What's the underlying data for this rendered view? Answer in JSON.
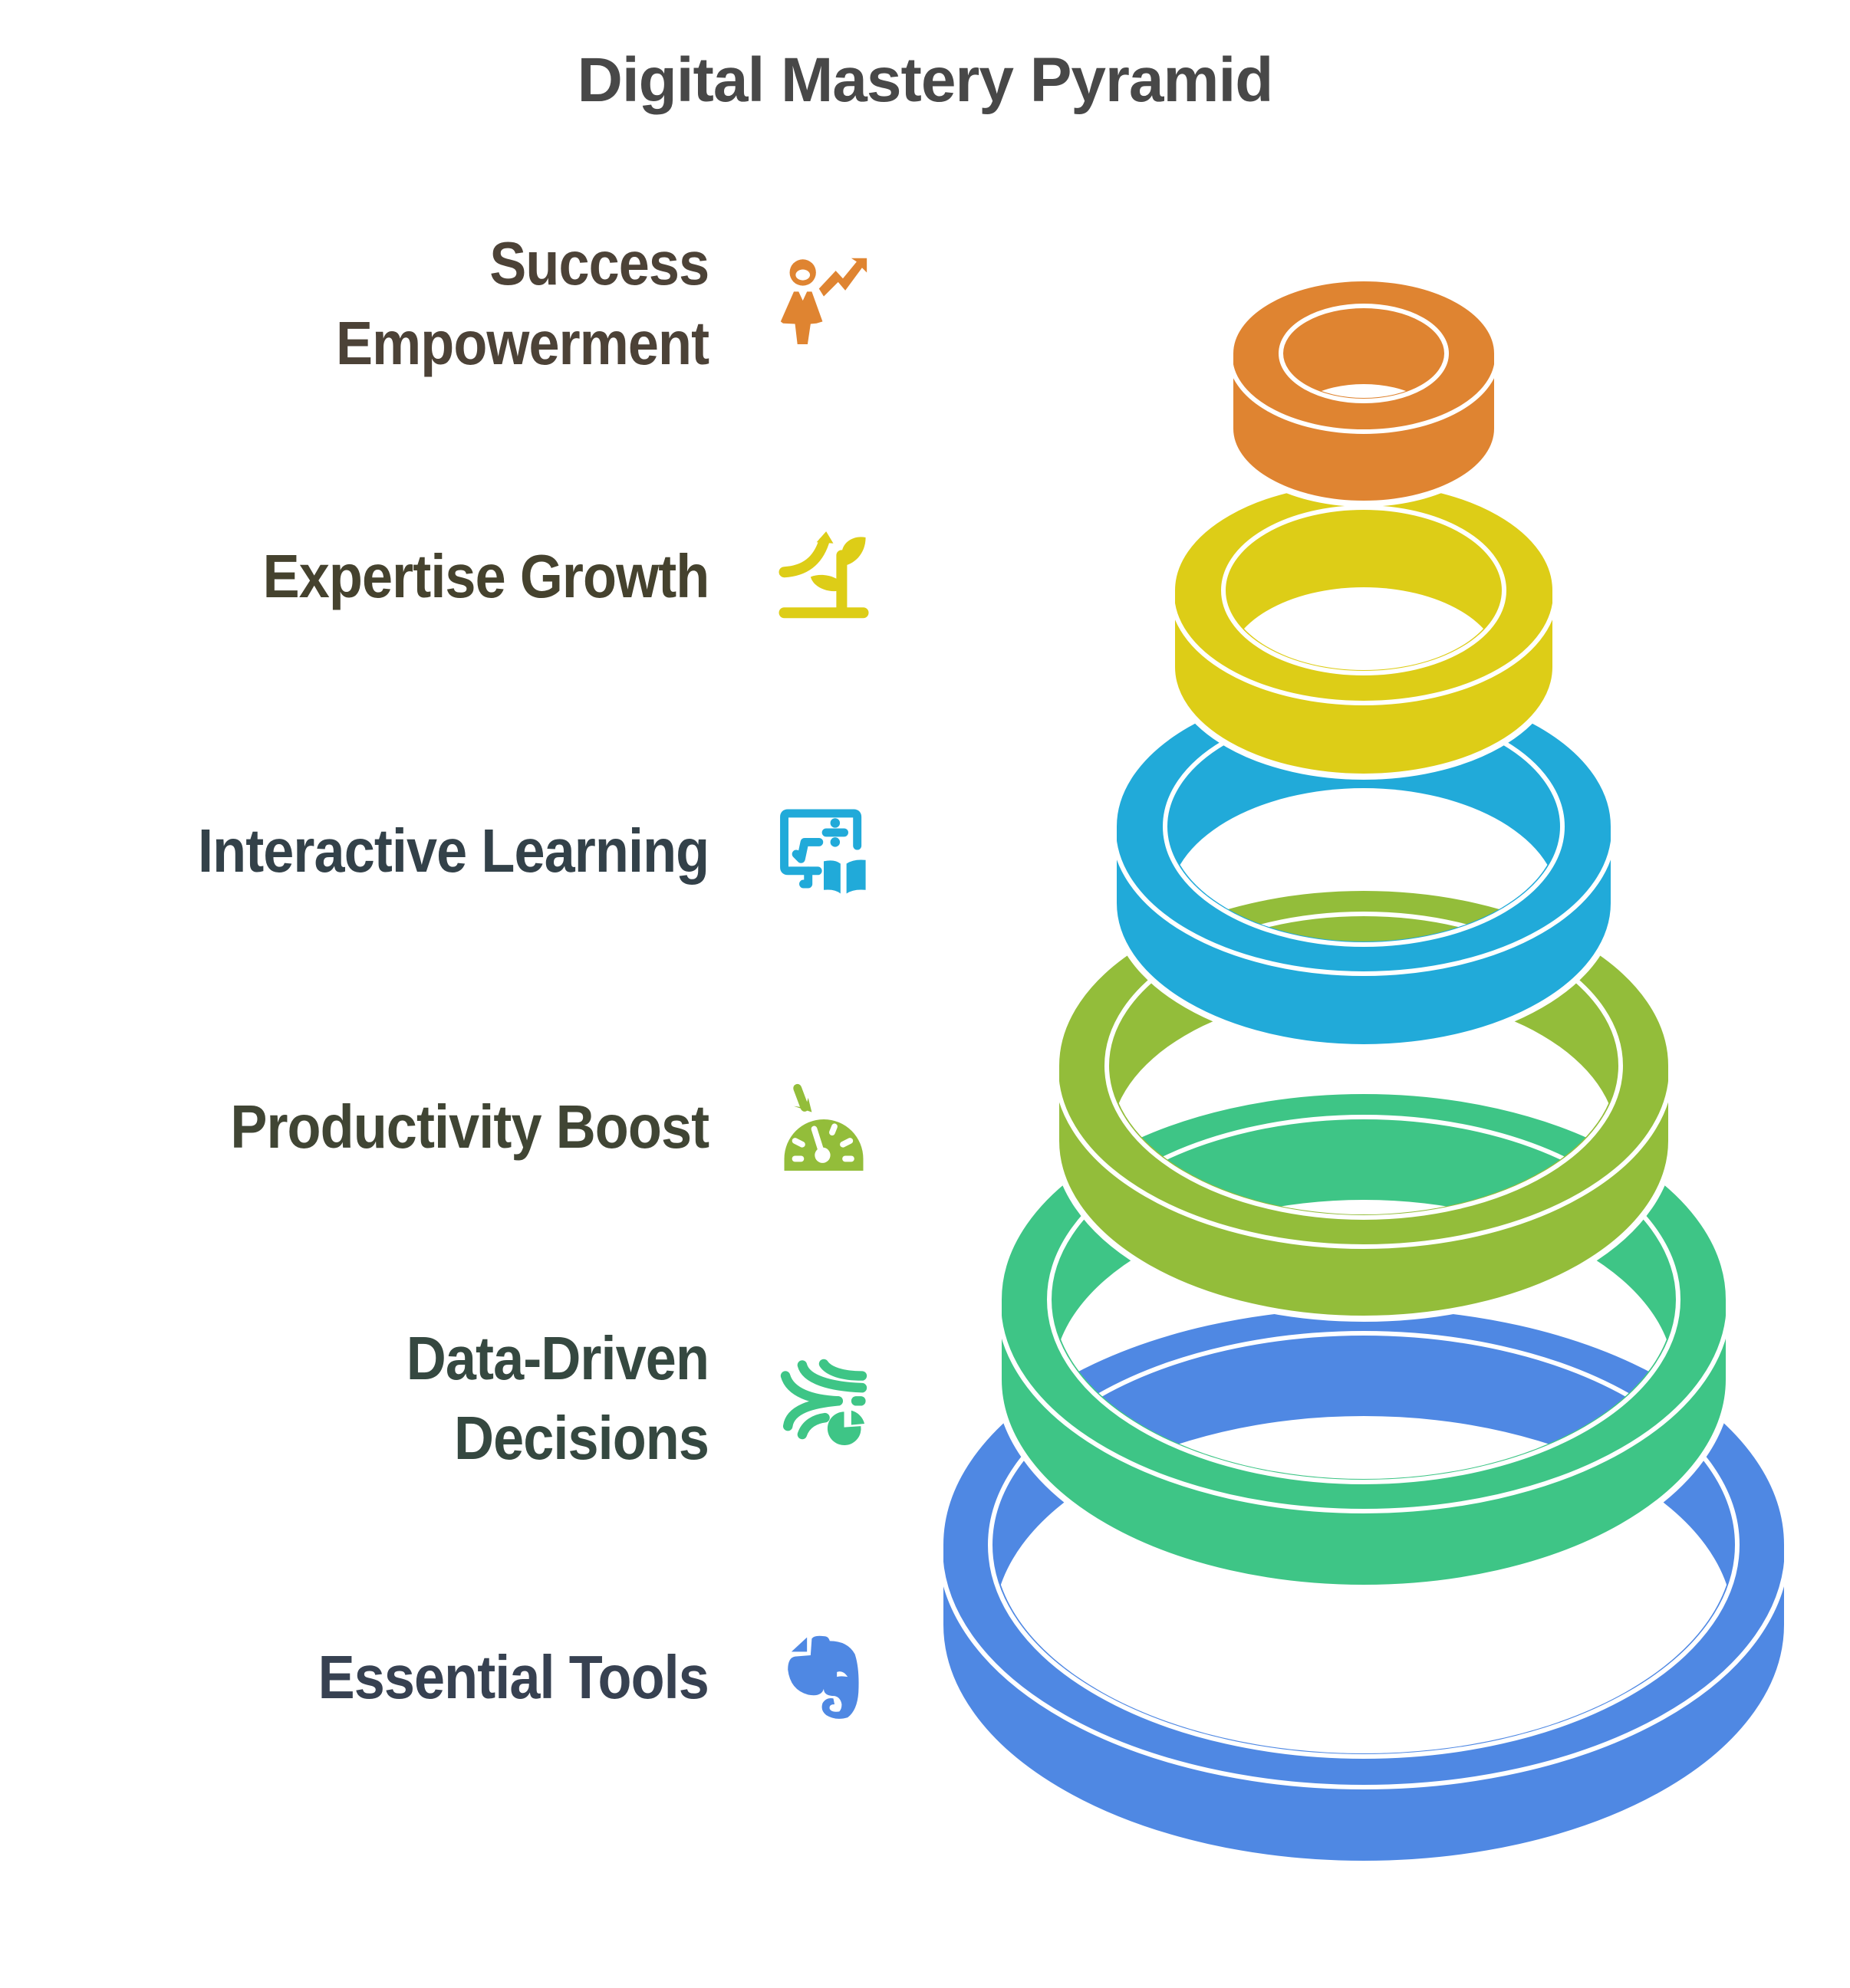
{
  "title": "Digital Mastery Pyramid",
  "levels": [
    {
      "label_lines": [
        "Success",
        "Empowerment"
      ],
      "label": "Success Empowerment",
      "icon": "person-growth-chart-icon",
      "color": "#DF8431",
      "text_color": "#4C4237"
    },
    {
      "label_lines": [
        "Expertise Growth"
      ],
      "label": "Expertise Growth",
      "icon": "plant-growth-arrow-icon",
      "color": "#DDCD17",
      "text_color": "#45422E"
    },
    {
      "label_lines": [
        "Interactive Learning"
      ],
      "label": "Interactive Learning",
      "icon": "screen-math-book-icon",
      "color": "#21AAD9",
      "text_color": "#334149"
    },
    {
      "label_lines": [
        "Productivity Boost"
      ],
      "label": "Productivity Boost",
      "icon": "speedometer-arrow-icon",
      "color": "#93BD3A",
      "text_color": "#404534"
    },
    {
      "label_lines": [
        "Data-Driven",
        "Decisions"
      ],
      "label": "Data-Driven Decisions",
      "icon": "data-streams-pie-icon",
      "color": "#3EC586",
      "text_color": "#354840"
    },
    {
      "label_lines": [
        "Essential Tools"
      ],
      "label": "Essential Tools",
      "icon": "elephant-notes-icon",
      "color": "#4F88E3",
      "text_color": "#374151"
    }
  ]
}
